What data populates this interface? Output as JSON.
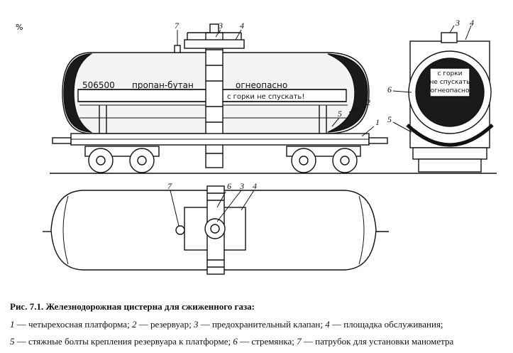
{
  "figure": {
    "corner_mark": "%",
    "tank_number": "506500",
    "cargo_label": "пропан-бутан",
    "hazard_label": "огнеопасно",
    "hump_warning": "с горки не спускать!",
    "end_warning_lines": [
      "с горки",
      "не спускать",
      "огнеопасно"
    ],
    "callouts": {
      "side": [
        "7",
        "3",
        "4",
        "2",
        "5",
        "1"
      ],
      "end": [
        "3",
        "4",
        "6",
        "5"
      ],
      "top": [
        "7",
        "6",
        "3",
        "4"
      ]
    }
  },
  "caption": {
    "title": "Рис. 7.1. Железнодорожная цистерна для сжиженного газа:",
    "legend": [
      {
        "num": "1",
        "text": " — четырехосная платформа; "
      },
      {
        "num": "2",
        "text": " — резервуар; "
      },
      {
        "num": "3",
        "text": " — предохранительный клапан; "
      },
      {
        "num": "4",
        "text": " — площадка обслуживания;"
      },
      {
        "num": "5",
        "text": " — стяжные болты крепления резервуара к платформе; "
      },
      {
        "num": "6",
        "text": " — стремянка; "
      },
      {
        "num": "7",
        "text": " — патрубок для установки манометра"
      }
    ]
  }
}
